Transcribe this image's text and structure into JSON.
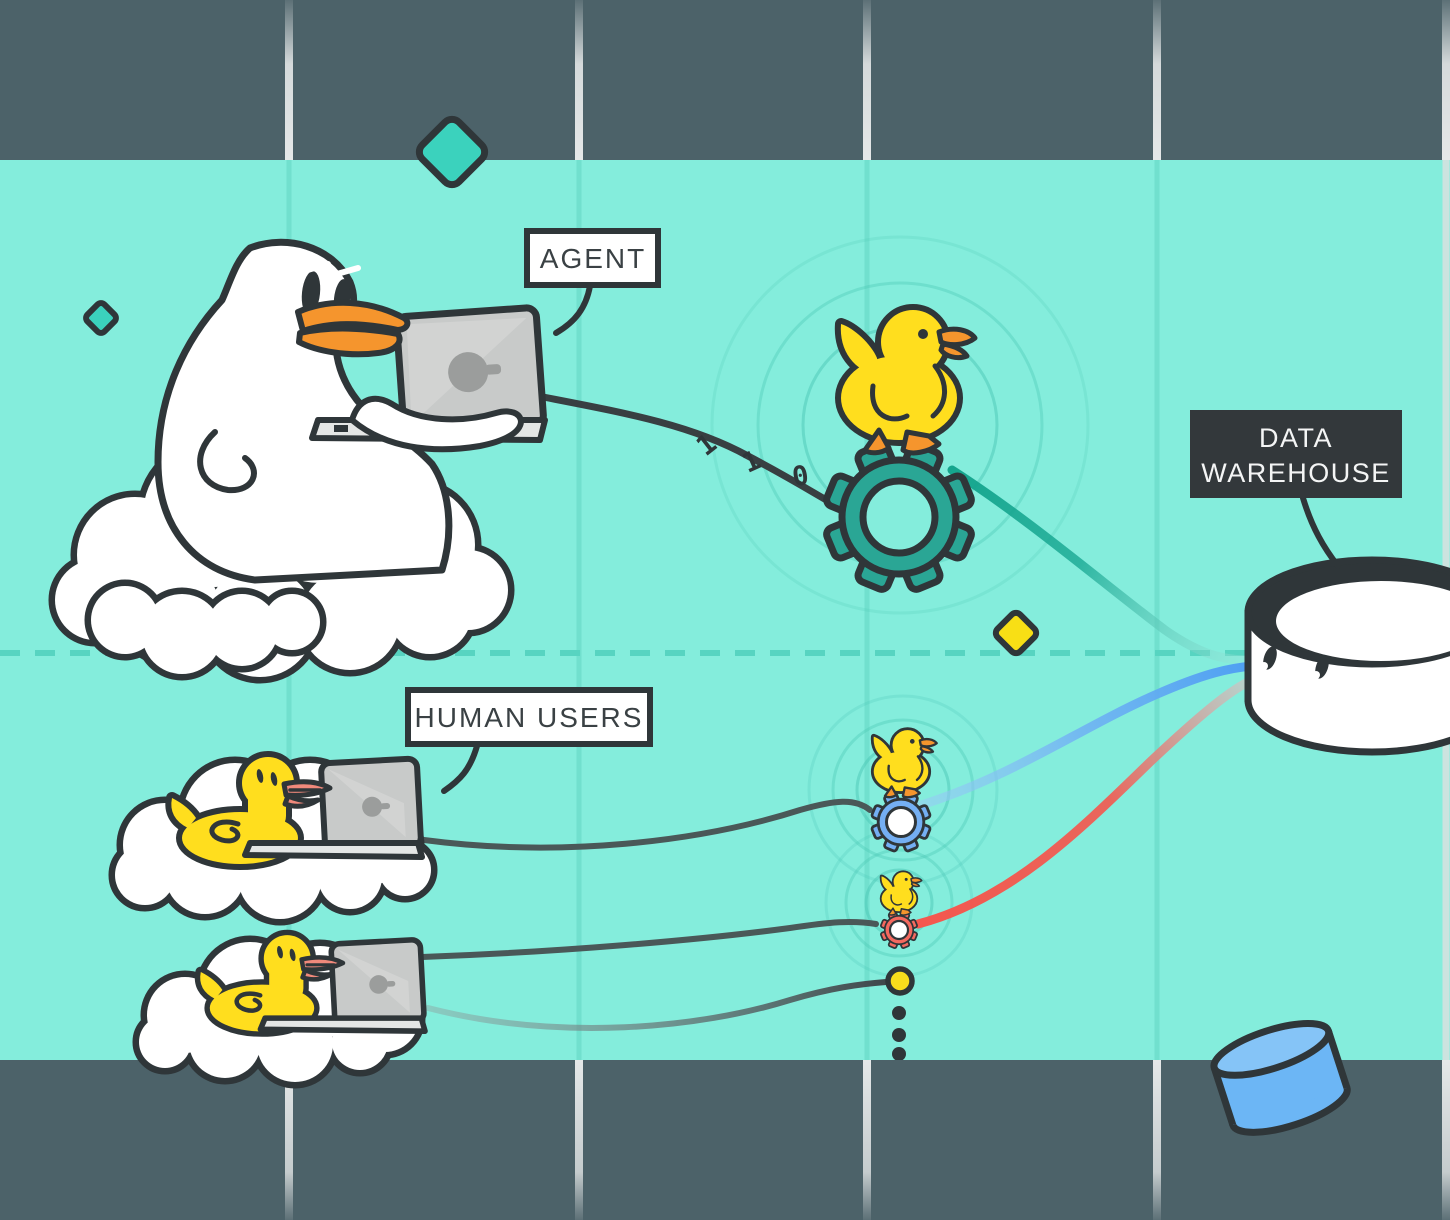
{
  "scene": {
    "labels": {
      "agent": "AGENT",
      "human_users": "HUMAN USERS",
      "data_warehouse_lines": [
        "DATA",
        "WAREHOUSE"
      ]
    },
    "binary_digits": [
      "1",
      "1",
      "0"
    ],
    "colors": {
      "background_teal": "#84EDDC",
      "band_slate": "#4C6269",
      "lane_line_white": "#EDEFEF",
      "field_line_teal": "#5ED5C3",
      "dashed_divider_teal": "#57D4C1",
      "outline_dark": "#2F3639",
      "duck_yellow": "#FFDE1E",
      "duck_white": "#FFFFFF",
      "beak_orange": "#F5952D",
      "beak_salmon": "#F0897B",
      "gear_teal": "#2AA695",
      "gear_blue": "#74AFF3",
      "gear_red": "#F4695F",
      "curve_teal": "#0FA189",
      "curve_blue": "#4E9FF2",
      "curve_red": "#F4574E",
      "wire_gray": "#4A5858",
      "laptop_gray": "#C8CAC9",
      "laptop_base_gray": "#E4E6E5",
      "laptop_logo_gray": "#9B9D9C",
      "label_box_white": "#FFFFFF",
      "label_box_dark": "#33383B",
      "label_text_dark": "#3A4144",
      "diamond_teal": "#3BD2BD",
      "diamond_yellow": "#F8DF15",
      "cylinder_blue": "#6CB6F5",
      "warehouse_white": "#FFFFFF",
      "pending_dot_yellow": "#F8DC1C"
    }
  }
}
